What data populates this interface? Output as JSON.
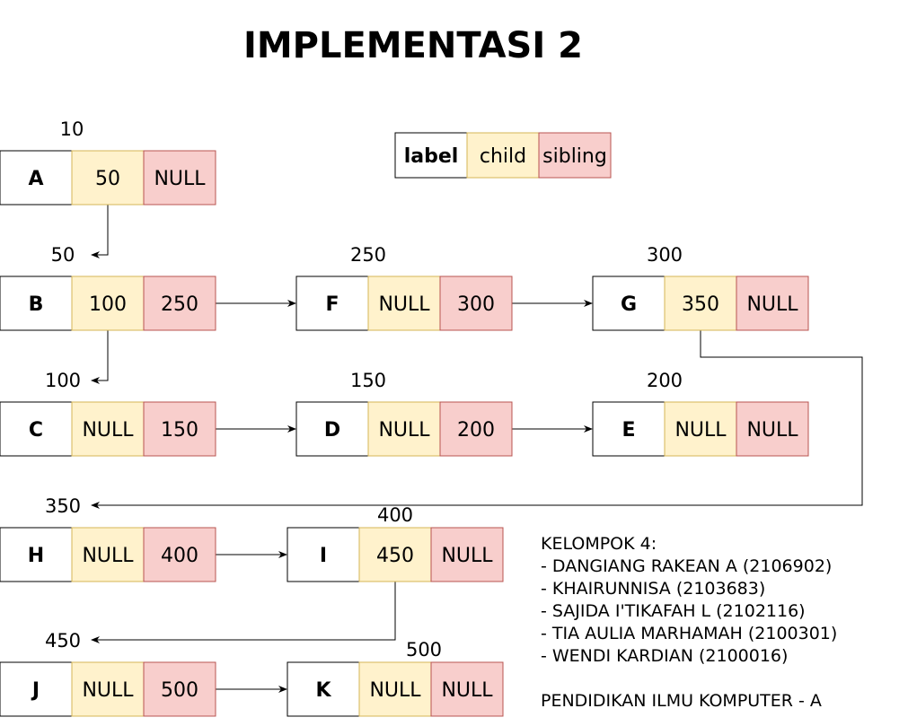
{
  "title": "IMPLEMENTASI 2",
  "colors": {
    "label_fill": "#ffffff",
    "label_stroke": "#000000",
    "child_fill": "#fff2cc",
    "child_stroke": "#d6b656",
    "sibling_fill": "#f8cecc",
    "sibling_stroke": "#b85450",
    "edge": "#000000"
  },
  "legend": {
    "label": "label",
    "child": "child",
    "sibling": "sibling"
  },
  "nodes": [
    {
      "id": "A",
      "addr": "10",
      "label": "A",
      "child": "50",
      "sibling": "NULL"
    },
    {
      "id": "B",
      "addr": "50",
      "label": "B",
      "child": "100",
      "sibling": "250"
    },
    {
      "id": "F",
      "addr": "250",
      "label": "F",
      "child": "NULL",
      "sibling": "300"
    },
    {
      "id": "G",
      "addr": "300",
      "label": "G",
      "child": "350",
      "sibling": "NULL"
    },
    {
      "id": "C",
      "addr": "100",
      "label": "C",
      "child": "NULL",
      "sibling": "150"
    },
    {
      "id": "D",
      "addr": "150",
      "label": "D",
      "child": "NULL",
      "sibling": "200"
    },
    {
      "id": "E",
      "addr": "200",
      "label": "E",
      "child": "NULL",
      "sibling": "NULL"
    },
    {
      "id": "H",
      "addr": "350",
      "label": "H",
      "child": "NULL",
      "sibling": "400"
    },
    {
      "id": "I",
      "addr": "400",
      "label": "I",
      "child": "450",
      "sibling": "NULL"
    },
    {
      "id": "J",
      "addr": "450",
      "label": "J",
      "child": "NULL",
      "sibling": "500"
    },
    {
      "id": "K",
      "addr": "500",
      "label": "K",
      "child": "NULL",
      "sibling": "NULL"
    }
  ],
  "edges": [
    {
      "from": "A",
      "to": "B",
      "kind": "child"
    },
    {
      "from": "B",
      "to": "C",
      "kind": "child"
    },
    {
      "from": "B",
      "to": "F",
      "kind": "sibling"
    },
    {
      "from": "F",
      "to": "G",
      "kind": "sibling"
    },
    {
      "from": "C",
      "to": "D",
      "kind": "sibling"
    },
    {
      "from": "D",
      "to": "E",
      "kind": "sibling"
    },
    {
      "from": "G",
      "to": "H",
      "kind": "child"
    },
    {
      "from": "H",
      "to": "I",
      "kind": "sibling"
    },
    {
      "from": "I",
      "to": "J",
      "kind": "child"
    },
    {
      "from": "J",
      "to": "K",
      "kind": "sibling"
    }
  ],
  "info": {
    "heading": "KELOMPOK 4:",
    "members": [
      "- DANGIANG RAKEAN A (2106902)",
      "- KHAIRUNNISA (2103683)",
      "- SAJIDA I'TIKAFAH L (2102116)",
      "- TIA AULIA MARHAMAH (2100301)",
      "- WENDI KARDIAN (2100016)"
    ],
    "footer": "PENDIDIKAN ILMU KOMPUTER - A"
  }
}
